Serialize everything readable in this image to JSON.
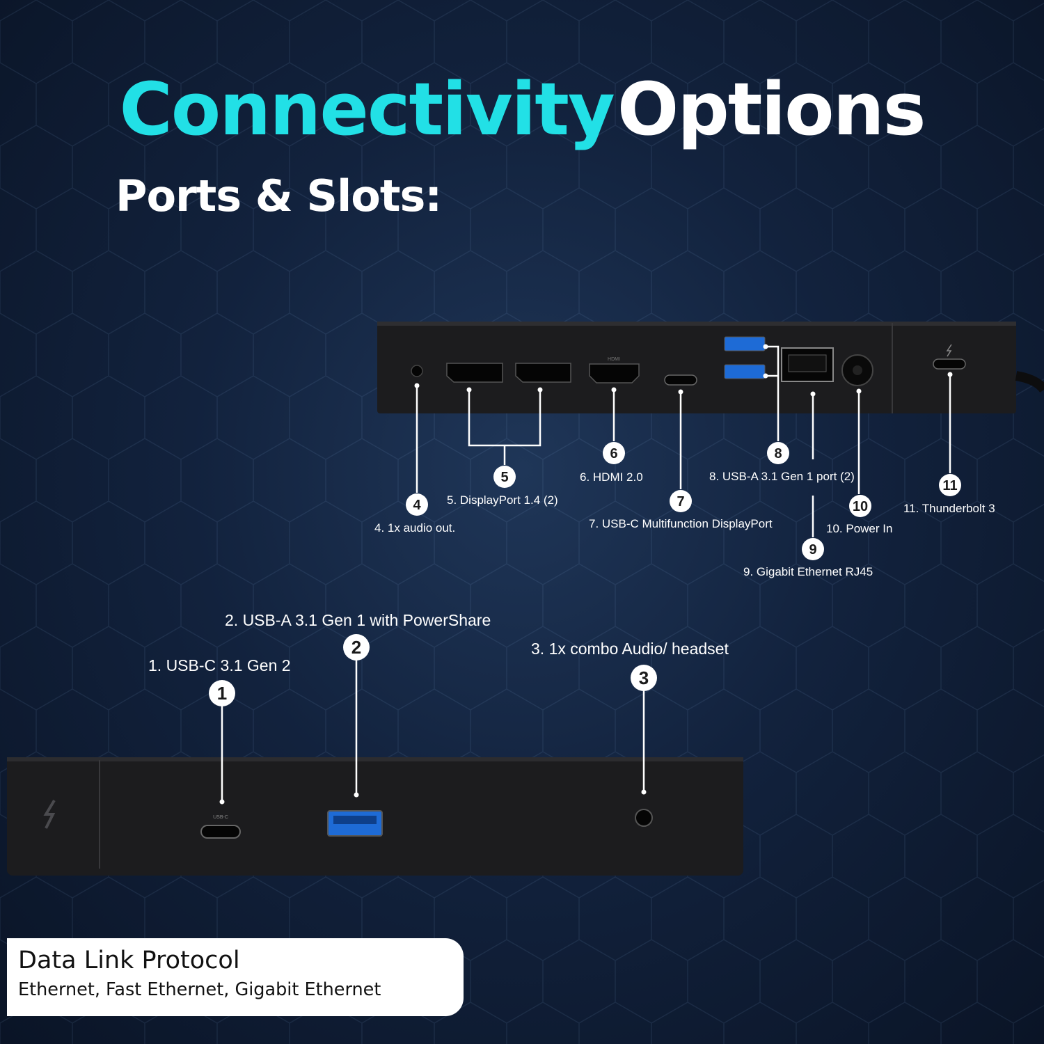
{
  "title": {
    "part1": "Connectivity",
    "part2": "Options"
  },
  "subtitle": "Ports & Slots:",
  "rear_panel": {
    "ports": [
      {
        "number": "4",
        "label": "4. 1x audio out."
      },
      {
        "number": "5",
        "label": "5. DisplayPort 1.4 (2)"
      },
      {
        "number": "6",
        "label": "6. HDMI 2.0"
      },
      {
        "number": "7",
        "label": "7. USB-C Multifunction DisplayPort"
      },
      {
        "number": "8",
        "label": "8. USB-A 3.1 Gen 1 port (2)"
      },
      {
        "number": "9",
        "label": "9. Gigabit Ethernet RJ45"
      },
      {
        "number": "10",
        "label": "10. Power In"
      },
      {
        "number": "11",
        "label": "11. Thunderbolt 3"
      }
    ],
    "small_marks": {
      "hdmi": "HDMI"
    }
  },
  "front_panel": {
    "ports": [
      {
        "number": "1",
        "label": "1. USB-C 3.1 Gen 2"
      },
      {
        "number": "2",
        "label": "2. USB-A 3.1 Gen 1 with PowerShare"
      },
      {
        "number": "3",
        "label": "3. 1x combo Audio/ headset"
      }
    ],
    "small_marks": {
      "usbc": "USB-C"
    }
  },
  "info_card": {
    "title": "Data Link Protocol",
    "text": "Ethernet, Fast Ethernet, Gigabit Ethernet"
  },
  "colors": {
    "accent": "#22e0e6",
    "background": "#12223d",
    "device": "#1c1c1e"
  }
}
